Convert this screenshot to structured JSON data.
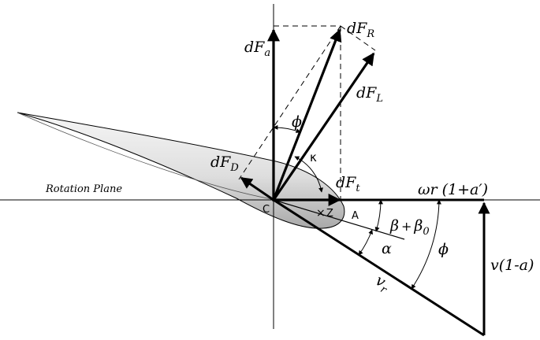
{
  "labels": {
    "dFa": "dF",
    "dFa_sub": "a",
    "dFR": "dF",
    "dFR_sub": "R",
    "dFL": "dF",
    "dFL_sub": "L",
    "dFD": "dF",
    "dFD_sub": "D",
    "dFt": "dF",
    "dFt_sub": "t",
    "phi_top": "ϕ",
    "kappa": "κ",
    "rotation_plane": "Rotation Plane",
    "point_C": "C",
    "point_Z": "Z",
    "point_A": "A",
    "beta_beta0_a": "β",
    "beta_beta0_plus": "+",
    "beta_beta0_b": "β",
    "beta_beta0_sub": "0",
    "alpha": "α",
    "phi_right": "ϕ",
    "omega_r": "ωr (1+a′)",
    "v_one_minus_a": "v(1-a)",
    "vr": "v",
    "vr_sub": "r"
  },
  "colors": {
    "ink": "#000000",
    "airfoil_light": "#f4f4f4",
    "airfoil_dark": "#b9b9b9"
  }
}
